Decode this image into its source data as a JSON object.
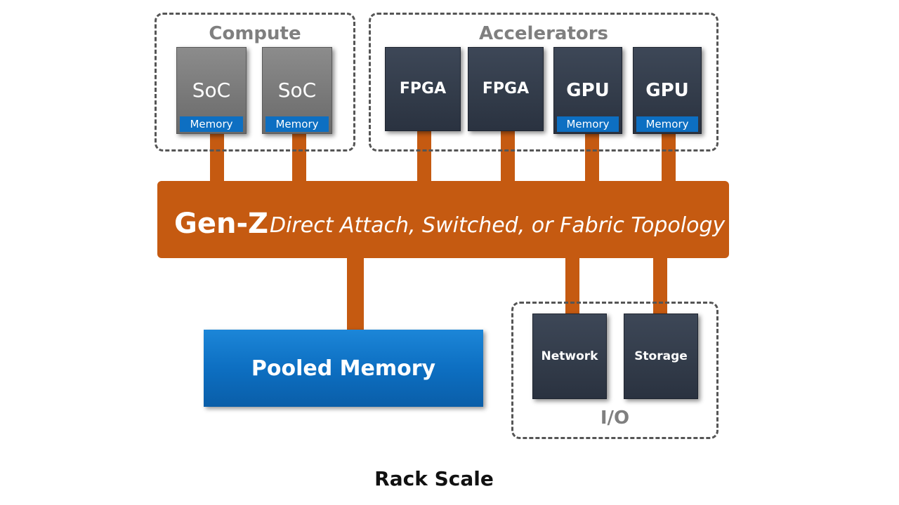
{
  "groups": {
    "compute": "Compute",
    "accelerators": "Accelerators",
    "io": "I/O"
  },
  "compute": {
    "soc1": {
      "label": "SoC",
      "memory": "Memory"
    },
    "soc2": {
      "label": "SoC",
      "memory": "Memory"
    }
  },
  "accelerators": {
    "fpga1": {
      "label": "FPGA"
    },
    "fpga2": {
      "label": "FPGA"
    },
    "gpu1": {
      "label": "GPU",
      "memory": "Memory"
    },
    "gpu2": {
      "label": "GPU",
      "memory": "Memory"
    }
  },
  "bus": {
    "name": "Gen-Z",
    "description": "Direct Attach, Switched, or Fabric Topology"
  },
  "pooled_memory": "Pooled Memory",
  "io": {
    "network": "Network",
    "storage": "Storage"
  },
  "caption": "Rack Scale",
  "colors": {
    "fabric": "#c55a11",
    "memory": "#0d6fc2",
    "device": "#323b49",
    "soc": "#777777",
    "group_border": "#555555"
  }
}
